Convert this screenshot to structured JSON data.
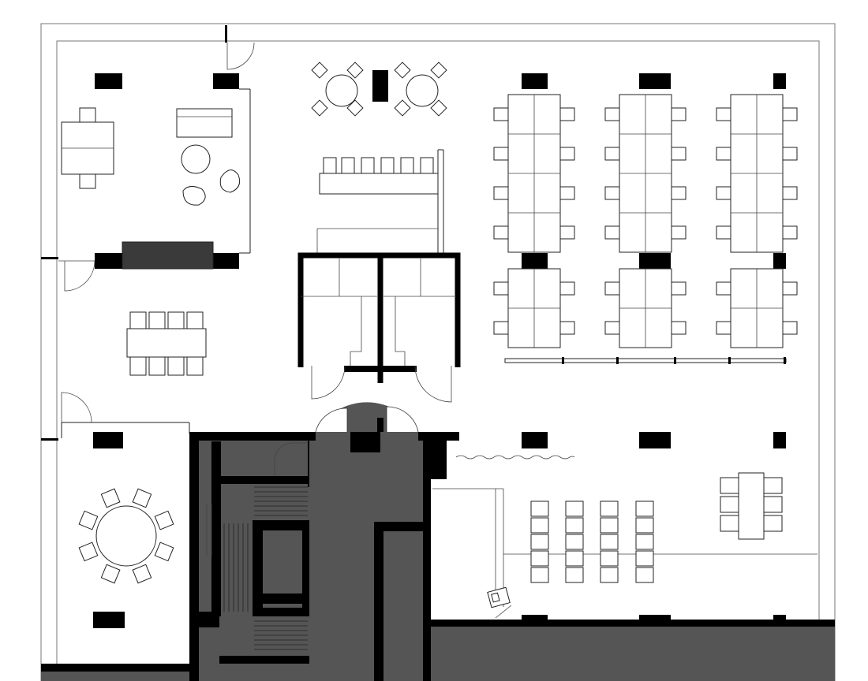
{
  "drawing": {
    "type": "architectural floor plan",
    "colors": {
      "background": "#ffffff",
      "line": "#222222",
      "wall": "#000000",
      "core_fill": "#555555"
    },
    "zones": [
      "meeting-room-north",
      "lounge-round-tables",
      "kitchenette",
      "open-workstations",
      "phone-booths",
      "board-table-area",
      "round-meeting-room",
      "stair-core",
      "collaboration-area"
    ]
  }
}
